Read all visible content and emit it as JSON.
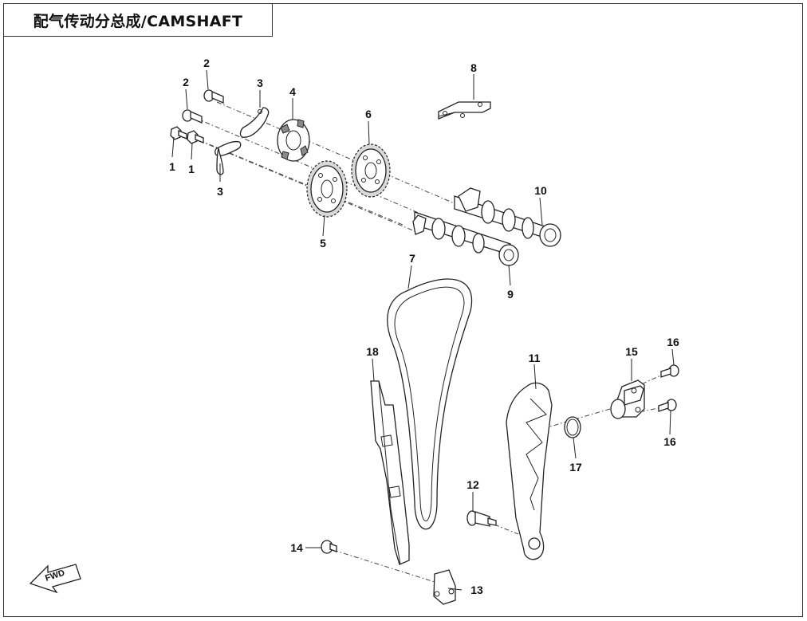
{
  "title": "配气传动分总成/CAMSHAFT",
  "fwd_label": "FWD",
  "callouts": [
    "1",
    "1",
    "2",
    "2",
    "3",
    "3",
    "4",
    "5",
    "6",
    "7",
    "8",
    "9",
    "10",
    "11",
    "12",
    "13",
    "14",
    "15",
    "16",
    "16",
    "17",
    "18"
  ]
}
